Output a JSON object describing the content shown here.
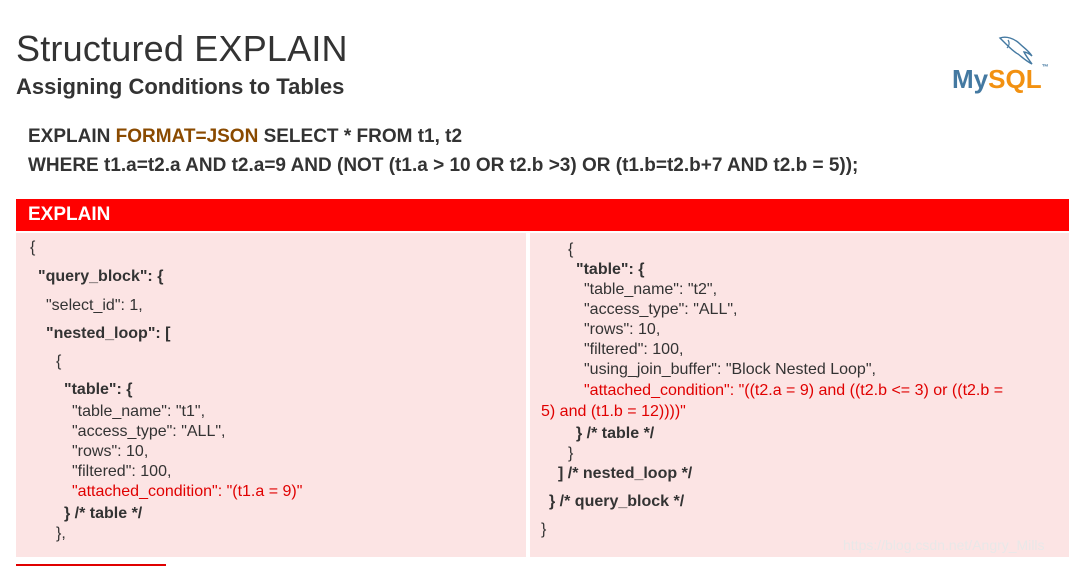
{
  "header": {
    "title": "Structured EXPLAIN",
    "subtitle": "Assigning Conditions to Tables"
  },
  "logo": {
    "text_my": "My",
    "text_sql": "SQL",
    "tm": "™",
    "icon": "dolphin-icon",
    "colors": {
      "my": "#4479a1",
      "sql": "#f29111"
    }
  },
  "query": {
    "line1_prefix": "EXPLAIN ",
    "line1_format": "FORMAT=JSON",
    "line1_suffix": " SELECT * FROM t1, t2",
    "line2": "WHERE t1.a=t2.a AND t2.a=9 AND (NOT (t1.a > 10 OR t2.b >3) OR (t1.b=t2.b+7 AND t2.b = 5));"
  },
  "explain_bar": {
    "label": "EXPLAIN",
    "color": "#ff0000"
  },
  "left_code": [
    "{",
    "\"query_block\": {",
    "\"select_id\": 1,",
    "\"nested_loop\": [",
    "{",
    "\"table\": {",
    "\"table_name\": \"t1\",",
    "\"access_type\": \"ALL\",",
    "\"rows\": 10,",
    "\"filtered\": 100,",
    "\"attached_condition\": \"(t1.a = 9)\"",
    "} /* table */",
    "},"
  ],
  "right_code": [
    "{",
    "\"table\": {",
    "\"table_name\": \"t2\",",
    "\"access_type\": \"ALL\",",
    "\"rows\": 10,",
    "\"filtered\": 100,",
    "\"using_join_buffer\": \"Block Nested Loop\",",
    "\"attached_condition\": \"((t2.a = 9) and ((t2.b <= 3) or ((t2.b =",
    "5) and (t1.b = 12))))\"",
    "} /* table */",
    "}",
    "] /* nested_loop */",
    "} /* query_block */",
    "}"
  ],
  "watermark": "https://blog.csdn.net/Angry_Mills"
}
